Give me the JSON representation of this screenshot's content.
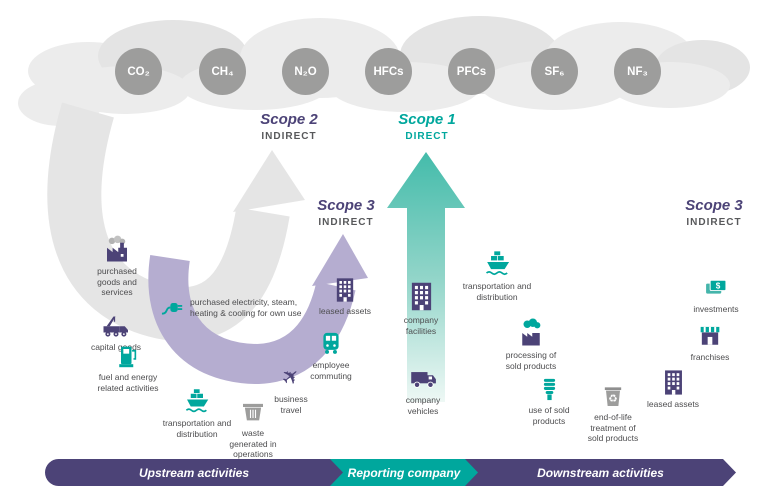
{
  "gases": [
    {
      "label": "CO₂"
    },
    {
      "label": "CH₄"
    },
    {
      "label": "N₂O"
    },
    {
      "label": "HFCs"
    },
    {
      "label": "PFCs"
    },
    {
      "label": "SF₆"
    },
    {
      "label": "NF₃"
    }
  ],
  "scopes": {
    "scope2": {
      "title": "Scope 2",
      "type": "INDIRECT"
    },
    "scope1": {
      "title": "Scope 1",
      "type": "DIRECT"
    },
    "scope3_upstream": {
      "title": "Scope 3",
      "type": "INDIRECT"
    },
    "scope3_downstream": {
      "title": "Scope 3",
      "type": "INDIRECT"
    }
  },
  "sections": {
    "upstream": {
      "band_label": "Upstream activities",
      "items": [
        {
          "label": "purchased goods and services",
          "icon": "factory-icon"
        },
        {
          "label": "purchased electricity, steam, heating & cooling for own use",
          "icon": "plug-icon"
        },
        {
          "label": "capital goods",
          "icon": "crane-truck-icon"
        },
        {
          "label": "fuel and energy related activities",
          "icon": "fuel-pump-icon"
        },
        {
          "label": "transportation and distribution",
          "icon": "ship-icon"
        },
        {
          "label": "waste generated in operations",
          "icon": "waste-bin-icon"
        },
        {
          "label": "business travel",
          "icon": "airplane-icon"
        },
        {
          "label": "employee commuting",
          "icon": "train-icon"
        },
        {
          "label": "leased assets",
          "icon": "building-icon"
        }
      ]
    },
    "reporting": {
      "band_label": "Reporting company",
      "items": [
        {
          "label": "company facilities",
          "icon": "building-icon"
        },
        {
          "label": "company vehicles",
          "icon": "truck-icon"
        }
      ]
    },
    "downstream": {
      "band_label": "Downstream activities",
      "items": [
        {
          "label": "transportation and distribution",
          "icon": "ship-icon"
        },
        {
          "label": "processing of sold products",
          "icon": "factory-cloud-icon"
        },
        {
          "label": "use of sold products",
          "icon": "bulb-icon"
        },
        {
          "label": "end-of-life treatment of sold products",
          "icon": "recycle-bin-icon"
        },
        {
          "label": "leased assets",
          "icon": "building-icon"
        },
        {
          "label": "franchises",
          "icon": "store-icon"
        },
        {
          "label": "investments",
          "icon": "investments-icon"
        }
      ]
    }
  },
  "colors": {
    "purple": "#4c4377",
    "teal": "#00a79d",
    "light_purple": "#b5add0",
    "arrow_gray": "#e5e5e5",
    "gas_circle_gray": "#9d9d9c",
    "cloud_gray": "#ececec",
    "label_text": "#4d4d4f"
  }
}
